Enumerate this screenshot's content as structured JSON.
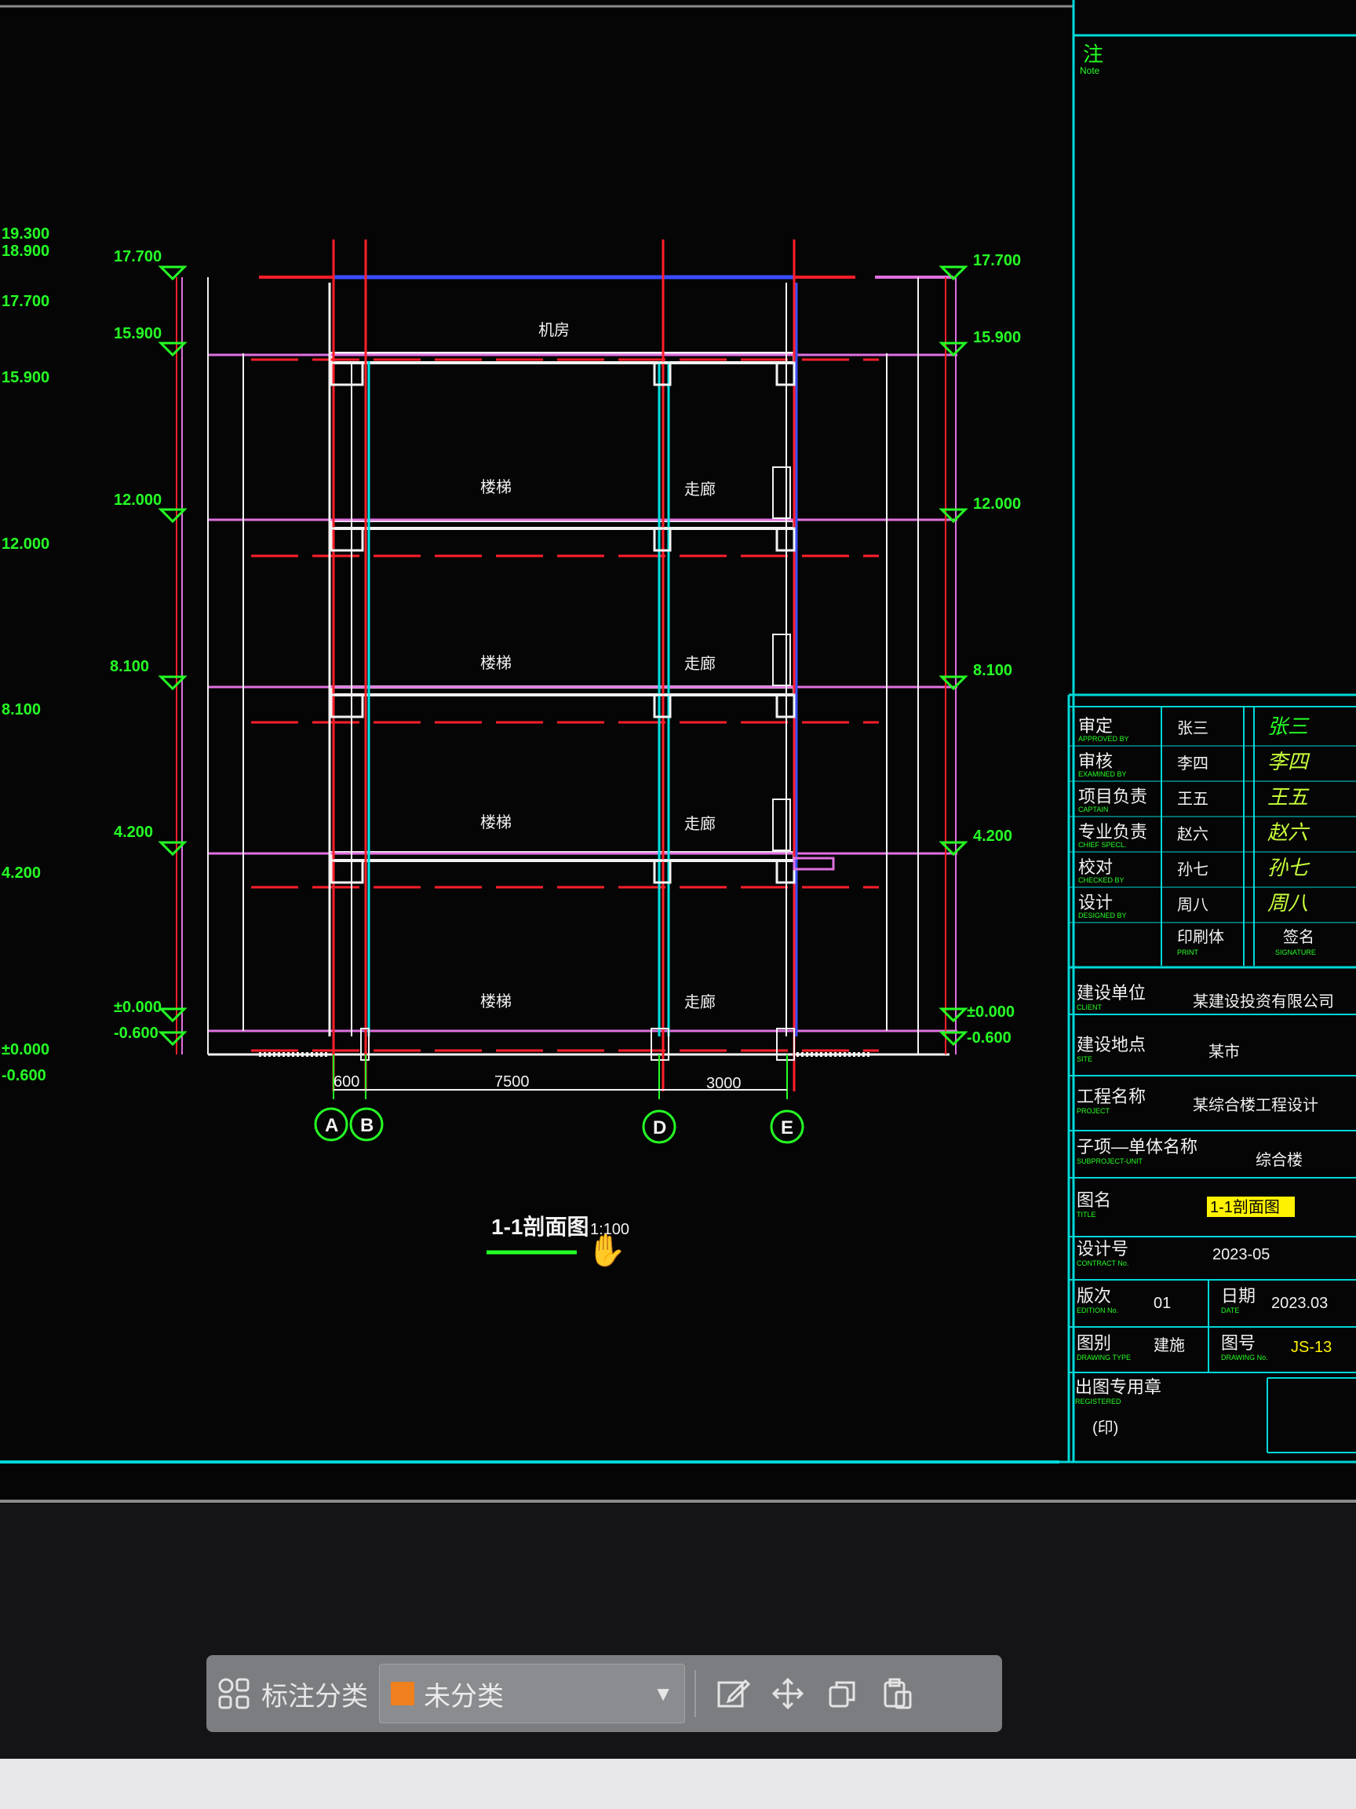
{
  "drawing": {
    "section_title": "1-1剖面图",
    "scale": "1:100",
    "axis_bubbles": [
      "A",
      "B",
      "D",
      "E"
    ],
    "bottom_dims": [
      "600",
      "7500",
      "3000"
    ],
    "left_levels": [
      "17.700",
      "15.900",
      "12.000",
      "8.100",
      "4.200",
      "±0.000",
      "-0.600"
    ],
    "right_levels": [
      "17.700",
      "15.900",
      "12.000",
      "8.100",
      "4.200",
      "±0.000",
      "-0.600"
    ],
    "edge_levels": [
      "19.300",
      "18.900",
      "17.700",
      "15.900",
      "12.000",
      "8.100",
      "4.200",
      "±0.000",
      "-0.600"
    ],
    "room_labels": [
      "楼梯",
      "楼梯",
      "楼梯",
      "楼梯",
      "机房"
    ],
    "corridor_labels": [
      "走廊",
      "走廊",
      "走廊",
      "走廊"
    ]
  },
  "title_block": {
    "note_label": "注",
    "note_sub": "Note",
    "roles": [
      {
        "cn": "审定",
        "en": "APPROVED BY",
        "name": "张三"
      },
      {
        "cn": "审核",
        "en": "EXAMINED BY",
        "name": "李四"
      },
      {
        "cn": "项目负责",
        "en": "CAPTAIN",
        "name": "王五"
      },
      {
        "cn": "专业负责",
        "en": "CHIEF SPECL.",
        "name": "赵六"
      },
      {
        "cn": "校对",
        "en": "CHECKED BY",
        "name": "孙七"
      },
      {
        "cn": "设计",
        "en": "DESIGNED BY",
        "name": "周八"
      }
    ],
    "print_name": "印刷体",
    "print_name_en": "PRINT",
    "signature": "签名",
    "signature_en": "SIGNATURE",
    "fields": [
      {
        "cn": "建设单位",
        "en": "CLIENT",
        "value": "某建设投资有限公司"
      },
      {
        "cn": "建设地点",
        "en": "SITE",
        "value": "某市"
      },
      {
        "cn": "工程名称",
        "en": "PROJECT",
        "value": "某综合楼工程设计"
      },
      {
        "cn": "子项—单体名称",
        "en": "SUBPROJECT-UNIT",
        "value": "综合楼"
      },
      {
        "cn": "图名",
        "en": "TITLE",
        "value": "1-1剖面图"
      },
      {
        "cn": "设计号",
        "en": "CONTRACT No.",
        "value": "2023-05"
      }
    ],
    "version_cn": "版次",
    "version_en": "EDITION No.",
    "version_value": "01",
    "date_cn": "日期",
    "date_en": "DATE",
    "date_value": "2023.03",
    "category_cn": "图别",
    "category_en": "DRAWING TYPE",
    "category_value": "建施",
    "number_cn": "图号",
    "number_en": "DRAWING No.",
    "number_value": "JS-13",
    "stamp_cn": "出图专用章",
    "stamp_en": "REGISTERED",
    "stamp_value": "(印)"
  },
  "toolbar": {
    "label": "标注分类",
    "category": "未分类",
    "category_color": "#f07f1e",
    "icons": [
      "grid-icon",
      "edit-icon",
      "move-icon",
      "copy-icon",
      "paste-icon"
    ]
  },
  "colors": {
    "grid_cyan": "#00e0e0",
    "dim_green": "#25ff25",
    "axis_red": "#ff1f2a",
    "wall_white": "#f2f2f2",
    "slab_magenta": "#e070e0",
    "roof_blue": "#3a4dff",
    "accent_yellow": "#fff200"
  }
}
